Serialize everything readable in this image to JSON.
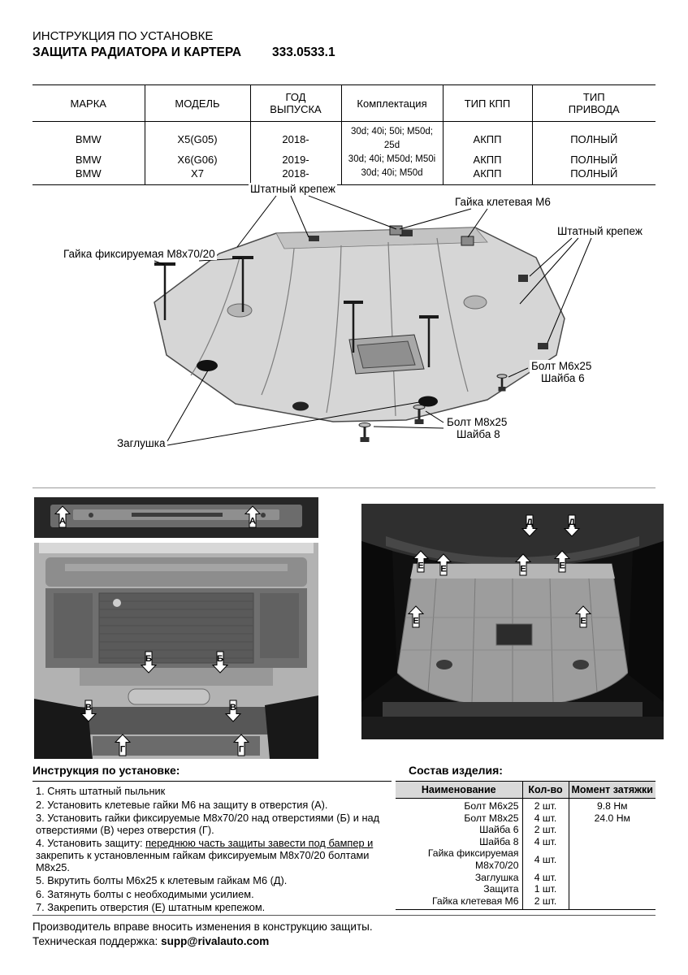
{
  "header": {
    "line1": "ИНСТРУКЦИЯ ПО УСТАНОВКЕ",
    "line2": "ЗАЩИТА РАДИАТОРА И КАРТЕРА",
    "part_number": "333.0533.1"
  },
  "fitment": {
    "headers": [
      "МАРКА",
      "МОДЕЛЬ",
      "ГОД\nВЫПУСКА",
      "Комплектация",
      "ТИП КПП",
      "ТИП\nПРИВОДА"
    ],
    "rows": [
      [
        "BMW",
        "X5(G05)",
        "2018-",
        "30d; 40i; 50i; M50d; 25d",
        "АКПП",
        "ПОЛНЫЙ"
      ],
      [
        "BMW",
        "X6(G06)",
        "2019-",
        "30d; 40i; M50d; M50i",
        "АКПП",
        "ПОЛНЫЙ"
      ],
      [
        "BMW",
        "X7",
        "2018-",
        "30d; 40i; M50d",
        "АКПП",
        "ПОЛНЫЙ"
      ]
    ]
  },
  "diagram": {
    "labels": {
      "oem_fastener_top": "Штатный крепеж",
      "cage_nut": "Гайка клетевая М6",
      "oem_fastener_right": "Штатный крепеж",
      "fixing_nut": "Гайка фиксируемая М8х70/20",
      "bolt_m6": "Болт М6х25",
      "washer_6": "Шайба 6",
      "bolt_m8": "Болт М8х25",
      "washer_8": "Шайба 8",
      "plug": "Заглушка"
    }
  },
  "photos": {
    "left_markers": [
      {
        "letter": "А"
      },
      {
        "letter": "А"
      },
      {
        "letter": "Б"
      },
      {
        "letter": "Б"
      },
      {
        "letter": "В"
      },
      {
        "letter": "В"
      },
      {
        "letter": "Г"
      },
      {
        "letter": "Г"
      }
    ],
    "right_markers": [
      {
        "letter": "Д"
      },
      {
        "letter": "Д"
      },
      {
        "letter": "Е"
      },
      {
        "letter": "Е"
      },
      {
        "letter": "Е"
      },
      {
        "letter": "Е"
      },
      {
        "letter": "Е"
      },
      {
        "letter": "Е"
      }
    ]
  },
  "instructions": {
    "title": "Инструкция по установке:",
    "steps": [
      {
        "text": "1. Снять штатный пыльник"
      },
      {
        "text": "2. Установить клетевые гайки М6 на защиту в отверстия (А)."
      },
      {
        "text": "3. Установить гайки фиксируемые М8х70/20 над отверстиями (Б) и над отверстиями (В) через отверстия (Г)."
      },
      {
        "pre": "4. Установить защиту: ",
        "underline": "переднюю часть защиты завести под бампер и",
        "post": " закрепить к установленным гайкам фиксируемым М8х70/20 болтами М8х25."
      },
      {
        "text": "5. Вкрутить болты М6х25 к клетевым гайкам М6 (Д)."
      },
      {
        "text": "6. Затянуть болты с необходимыми усилием."
      },
      {
        "text": "7. Закрепить отверстия (Е) штатным крепежом."
      }
    ]
  },
  "composition": {
    "title": "Состав изделия:",
    "headers": [
      "Наименование",
      "Кол-во",
      "Момент затяжки"
    ],
    "rows": [
      {
        "name": "Болт М6х25",
        "qty": "2 шт.",
        "torque": "9.8 Нм"
      },
      {
        "name": "Болт М8х25",
        "qty": "4 шт.",
        "torque": "24.0 Нм"
      },
      {
        "name": "Шайба 6",
        "qty": "2 шт.",
        "torque": ""
      },
      {
        "name": "Шайба 8",
        "qty": "4 шт.",
        "torque": ""
      },
      {
        "name": "Гайка фиксируемая М8х70/20",
        "qty": "4 шт.",
        "torque": ""
      },
      {
        "name": "Заглушка",
        "qty": "4 шт.",
        "torque": ""
      },
      {
        "name": "Защита",
        "qty": "1 шт.",
        "torque": ""
      },
      {
        "name": "Гайка клетевая М6",
        "qty": "2 шт.",
        "torque": ""
      }
    ]
  },
  "footer": {
    "line1": "Производитель вправе вносить изменения в конструкцию защиты.",
    "support_label": "Техническая поддержка:",
    "support_email": "supp@rivalauto.com"
  },
  "colors": {
    "table_header_bg": "#d9d9d9"
  }
}
